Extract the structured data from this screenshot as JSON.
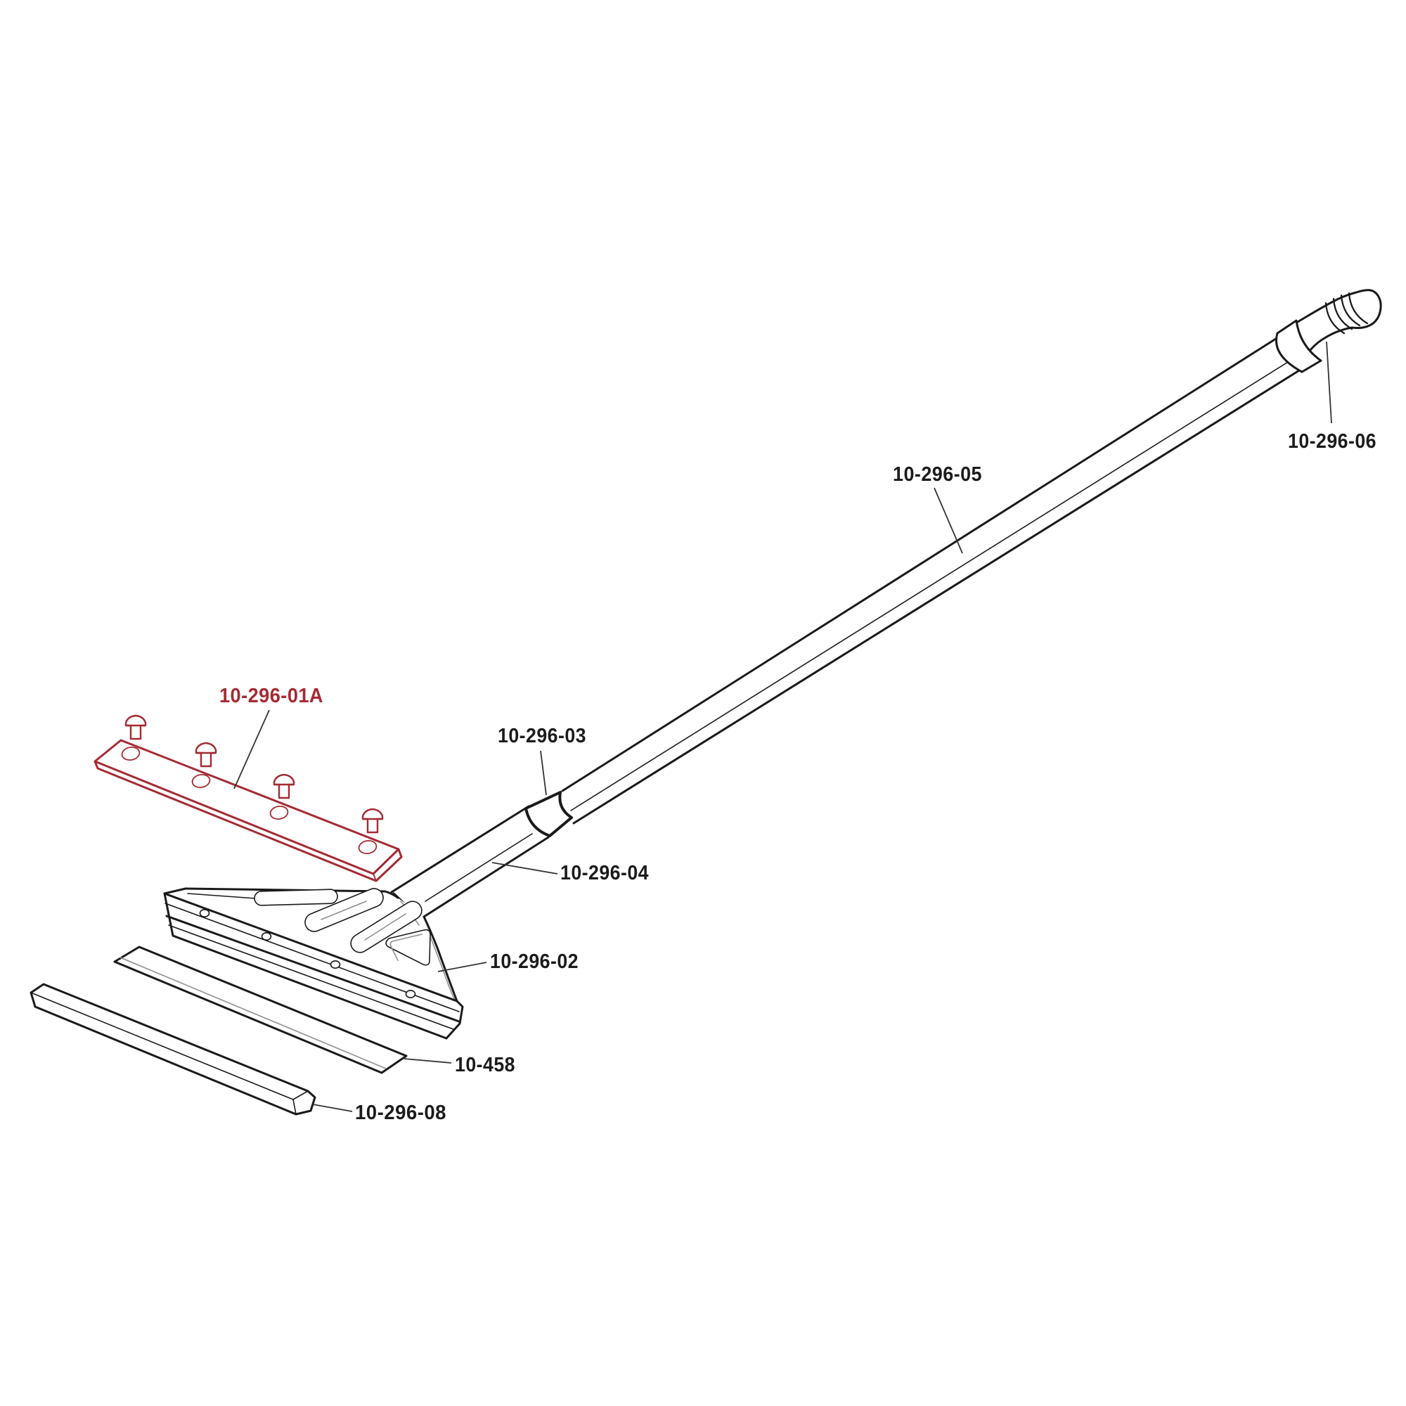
{
  "diagram_type": "exploded-parts-diagram",
  "colors": {
    "outline": "#1a1a1a",
    "highlight_gray": "#8f8f8f",
    "accent_red": "#A42A33",
    "label_color": "#1b1b1b",
    "leader": "#333333",
    "background": "#ffffff"
  },
  "parts": [
    {
      "label": "10-296-01A",
      "accent": true
    },
    {
      "label": "10-296-02",
      "accent": false
    },
    {
      "label": "10-296-03",
      "accent": false
    },
    {
      "label": "10-296-04",
      "accent": false
    },
    {
      "label": "10-296-05",
      "accent": false
    },
    {
      "label": "10-296-06",
      "accent": false
    },
    {
      "label": "10-458",
      "accent": false
    },
    {
      "label": "10-296-08",
      "accent": false
    }
  ]
}
